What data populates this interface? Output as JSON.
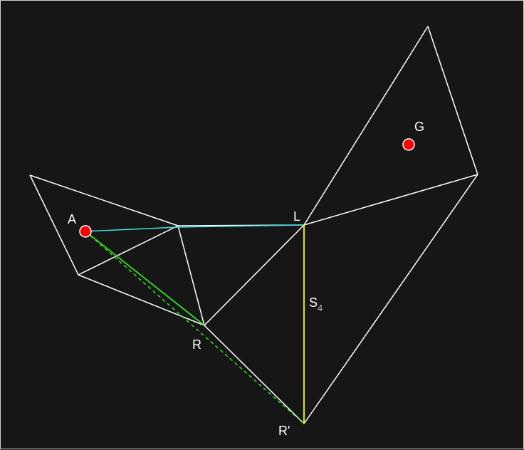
{
  "labels": {
    "a": "A",
    "g": "G",
    "l": "L",
    "r": "R",
    "r_prime": "R'",
    "s4_main": "S",
    "s4_sub": "4"
  },
  "colors": {
    "background": "#161616",
    "mesh_edge": "#ffffff",
    "point_fill": "#ff0000",
    "point_stroke": "#ffffff",
    "path_cyan": "#40e0e0",
    "path_green": "#33dd22",
    "segment_yellow": "#ffff00"
  }
}
